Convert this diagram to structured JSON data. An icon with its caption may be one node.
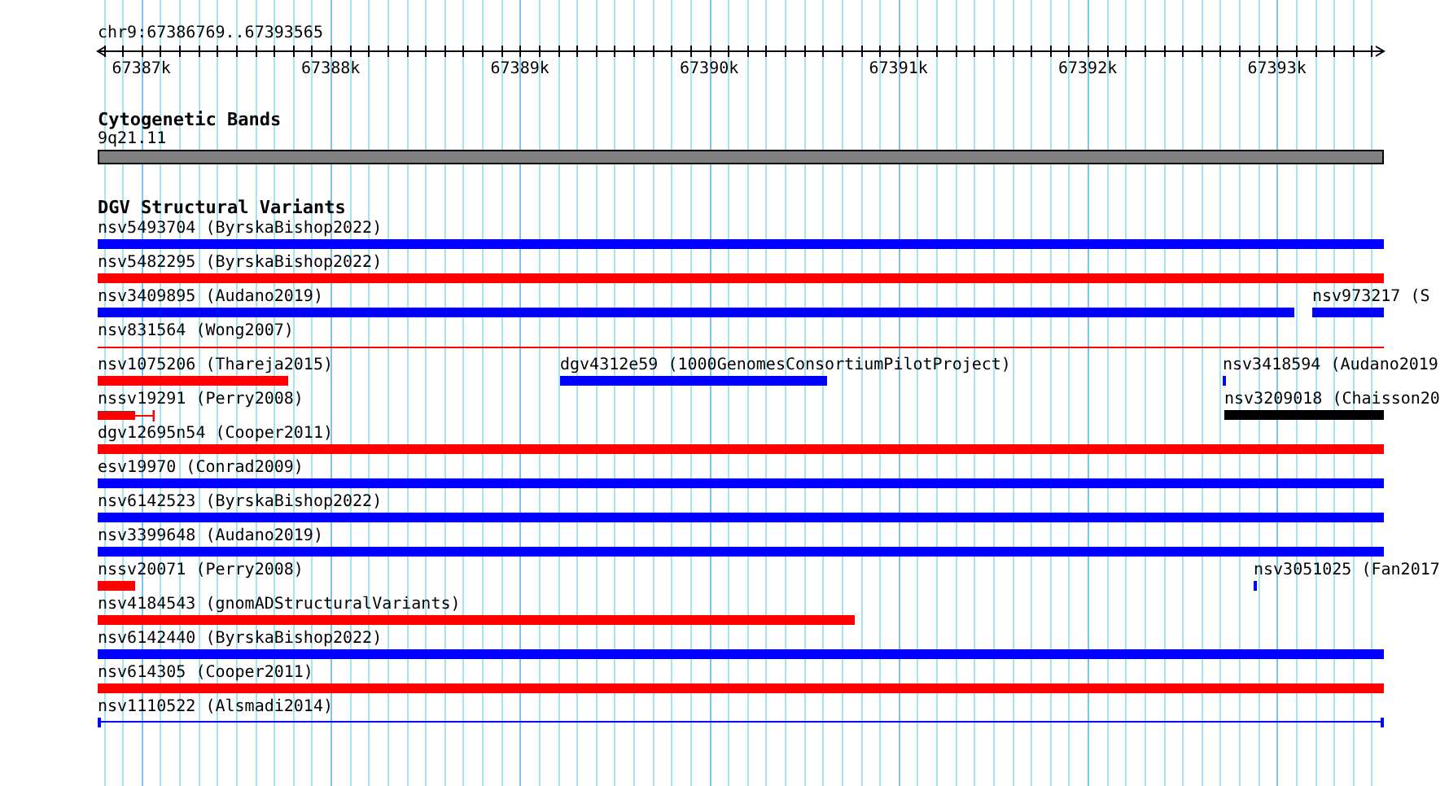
{
  "diagram": {
    "nodes": [
      {
        "text": [
          "9q21.11"
        ]
      },
      {
        "text": [
          "nsv5493704 (ByrskaBishop2022)"
        ]
      },
      {
        "text": [
          "nsv5482295 (ByrskaBishop2022)"
        ]
      },
      {
        "text": [
          "nsv3409895 (Audano2019)"
        ]
      },
      {
        "text": [
          "nsv973217 (S"
        ]
      },
      {
        "text": [
          "nsv831564 (Wong2007)"
        ]
      },
      {
        "text": [
          "nsv1075206 (Thareja2015)"
        ]
      },
      {
        "text": [
          "dgv4312e59 (1000GenomesConsortiumPilotProject)"
        ]
      },
      {
        "text": [
          "nsv3418594 (Audano2019"
        ]
      },
      {
        "text": [
          "nssv19291 (Perry2008)"
        ]
      },
      {
        "text": [
          "nsv3209018 (Chaisson20"
        ]
      },
      {
        "text": [
          "dgv12695n54 (Cooper2011)"
        ]
      },
      {
        "text": [
          "esv19970 (Conrad2009)"
        ]
      },
      {
        "text": [
          "nsv6142523 (ByrskaBishop2022)"
        ]
      },
      {
        "text": [
          "nsv3399648 (Audano2019)"
        ]
      },
      {
        "text": [
          "nssv20071 (Perry2008)"
        ]
      },
      {
        "text": [
          "nsv3051025 (Fan2017"
        ]
      },
      {
        "text": [
          "nsv4184543 (gnomADStructuralVariants)"
        ]
      },
      {
        "text": [
          "nsv6142440 (ByrskaBishop2022)"
        ]
      },
      {
        "text": [
          "nsv614305 (Cooper2011)"
        ]
      },
      {
        "text": [
          "nsv1110522 (Alsmadi2014)"
        ]
      }
    ],
    "labels": [
      "chr9:67386769..67393565",
      "67387k",
      "67388k",
      "67389k",
      "67390k",
      "67391k",
      "67392k",
      "67393k",
      "Cytogenetic Bands",
      "DGV Structural Variants"
    ]
  }
}
